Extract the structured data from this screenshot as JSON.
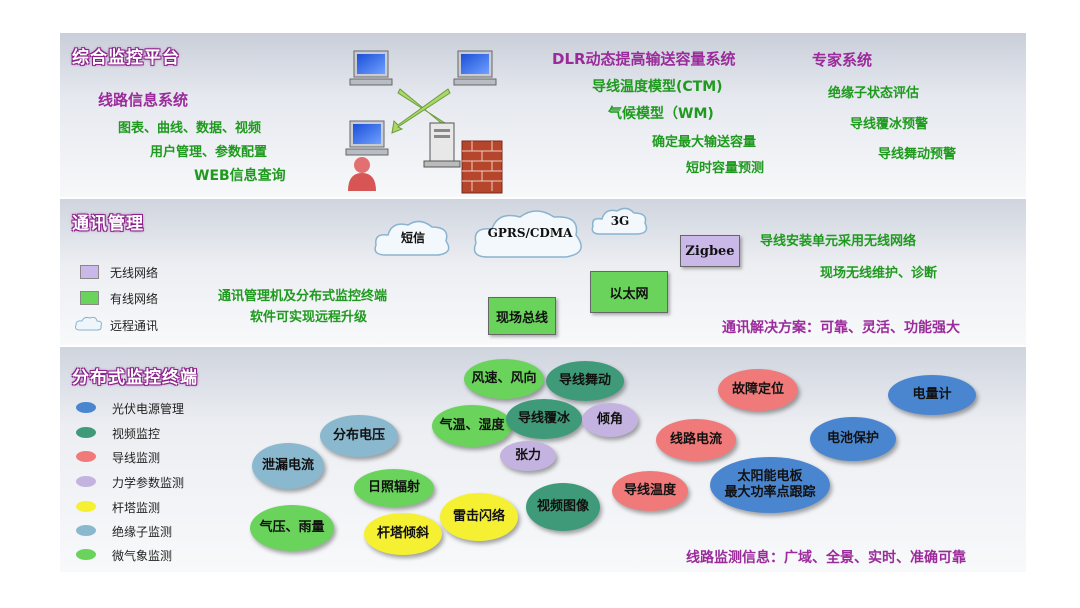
{
  "monitoring": {
    "title": "综合监控平台",
    "line_info": {
      "title": "线路信息系统",
      "items": [
        "图表、曲线、数据、视频",
        "用户管理、参数配置",
        "WEB信息查询"
      ]
    },
    "dlr": {
      "title": "DLR动态提高输送容量系统",
      "items": [
        "导线温度模型(CTM)",
        "气候模型（WM)",
        "确定最大输送容量",
        "短时容量预测"
      ]
    },
    "expert": {
      "title": "专家系统",
      "items": [
        "绝缘子状态评估",
        "导线覆冰预警",
        "导线舞动预警"
      ]
    }
  },
  "comm": {
    "title": "通讯管理",
    "legend": [
      "无线网络",
      "有线网络",
      "远程通讯"
    ],
    "clouds": [
      "短信",
      "GPRS/CDMA",
      "3G"
    ],
    "boxes": [
      "Zigbee",
      "以太网",
      "现场总线"
    ],
    "text_left": [
      "通讯管理机及分布式监控终端",
      "软件可实现远程升级"
    ],
    "text_right": [
      "导线安装单元采用无线网络",
      "现场无线维护、诊断"
    ],
    "summary": "通讯解决方案：可靠、灵活、功能强大"
  },
  "terminals": {
    "title": "分布式监控终端",
    "legend": [
      "光伏电源管理",
      "视频监控",
      "导线监测",
      "力学参数监测",
      "杆塔监测",
      "绝缘子监测",
      "微气象监测"
    ],
    "bubbles": {
      "wind": "风速、风向",
      "gallop": "导线舞动",
      "temp_humidity": "气温、湿度",
      "icing": "导线覆冰",
      "tilt": "倾角",
      "tension": "张力",
      "dist_voltage": "分布电压",
      "leak_current": "泄漏电流",
      "sunshine": "日照辐射",
      "pressure_rain": "气压、雨量",
      "tower_tilt": "杆塔倾斜",
      "lightning": "雷击闪络",
      "video": "视频图像",
      "cond_temp": "导线温度",
      "line_current": "线路电流",
      "fault": "故障定位",
      "meter": "电量计",
      "battery": "电池保护",
      "solar1": "太阳能电板",
      "solar2": "最大功率点跟踪"
    },
    "summary": "线路监测信息：广域、全景、实时、准确可靠"
  },
  "colors": {
    "pv": "#4a86d0",
    "video": "#3f9a7a",
    "wire": "#f07a7a",
    "mech": "#c4b3e0",
    "tower": "#f5f032",
    "insulator": "#8ab8cf",
    "weather": "#6ad35c"
  }
}
